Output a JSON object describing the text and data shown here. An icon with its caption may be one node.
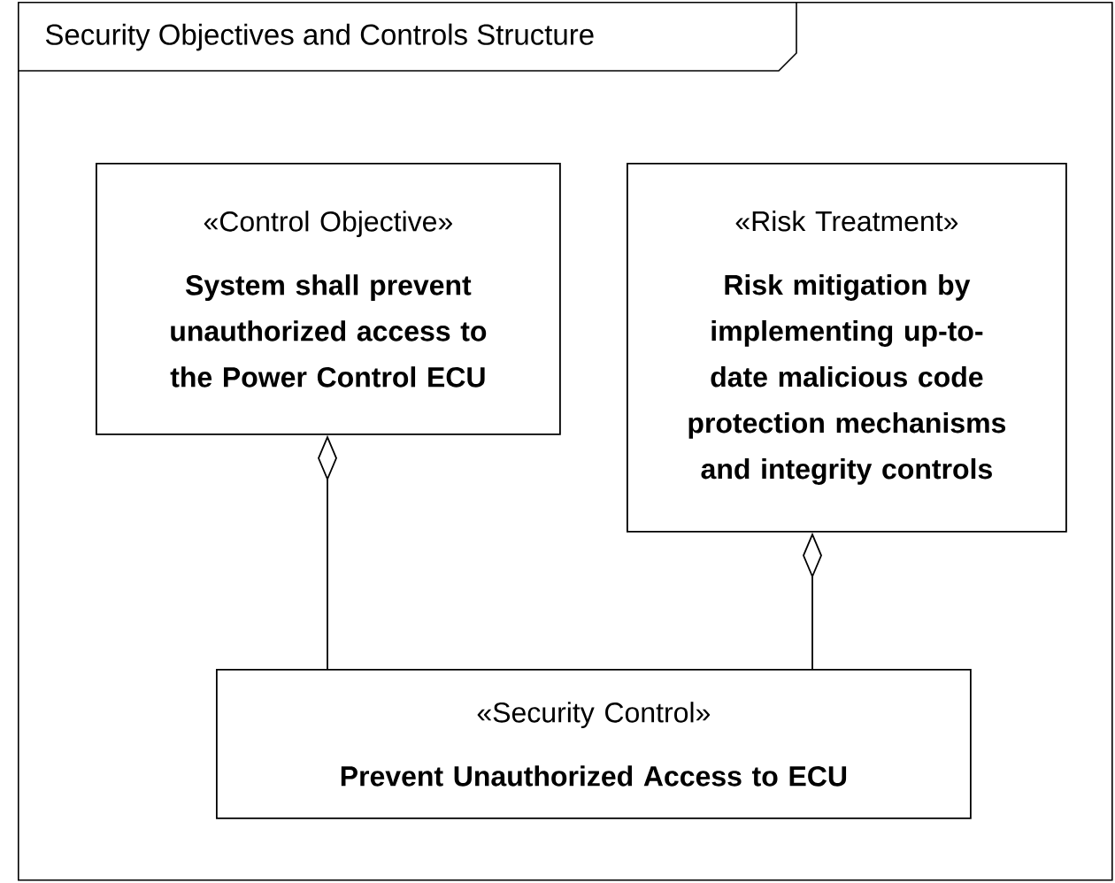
{
  "diagram": {
    "nodes": [
      {
        "text": [
          "Security Objectives and Controls Structure"
        ]
      },
      {
        "text": [
          "«Control Objective»",
          "System shall prevent unauthorized access to the Power Control ECU"
        ],
        "in": 0
      },
      {
        "text": [
          "«Risk Treatment»",
          "Risk mitigation by implementing up-to-date malicious code protection mechanisms and integrity controls"
        ],
        "in": 0
      },
      {
        "text": [
          "«Security Control»",
          "Prevent Unauthorized Access to ECU"
        ],
        "in": 0
      }
    ],
    "edges": [
      {
        "from": 1,
        "to": 3,
        "arrow": "other"
      },
      {
        "from": 2,
        "to": 3,
        "arrow": "other"
      }
    ]
  }
}
